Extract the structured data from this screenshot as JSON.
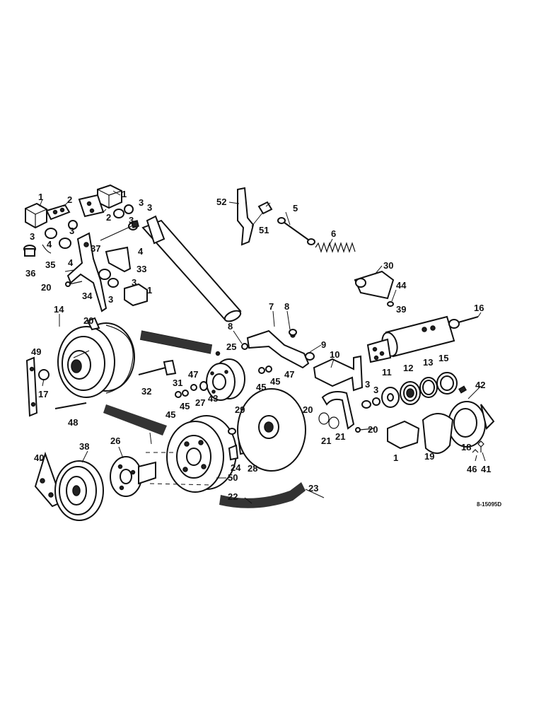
{
  "drawing_number": "8-15095D",
  "callouts": {
    "c1a": "1",
    "c1b": "1",
    "c1c": "1",
    "c1d": "1",
    "c2a": "2",
    "c2b": "2",
    "c3a": "3",
    "c3b": "3",
    "c3c": "3",
    "c3d": "3",
    "c3e": "3",
    "c3f": "3",
    "c3g": "3",
    "c3h": "3",
    "c3i": "3",
    "c4a": "4",
    "c4b": "4",
    "c5": "5",
    "c6": "6",
    "c7": "7",
    "c8a": "8",
    "c8b": "8",
    "c9": "9",
    "c10": "10",
    "c11": "11",
    "c12": "12",
    "c13": "13",
    "c14": "14",
    "c15": "15",
    "c16": "16",
    "c17": "17",
    "c18": "18",
    "c19": "19",
    "c20a": "20",
    "c20b": "20",
    "c20c": "20",
    "c20d": "20",
    "c21a": "21",
    "c21b": "21",
    "c22": "22",
    "c23": "23",
    "c24": "24",
    "c25": "25",
    "c26": "26",
    "c27": "27",
    "c28": "28",
    "c29": "29",
    "c30": "30",
    "c31": "31",
    "c32": "32",
    "c33": "33",
    "c34": "34",
    "c35": "35",
    "c36": "36",
    "c37": "37",
    "c38": "38",
    "c39": "39",
    "c40": "40",
    "c41": "41",
    "c42": "42",
    "c43": "43",
    "c44": "44",
    "c45a": "45",
    "c45b": "45",
    "c45c": "45",
    "c45d": "45",
    "c46": "46",
    "c47a": "47",
    "c47b": "47",
    "c48": "48",
    "c49": "49",
    "c50": "50",
    "c51": "51",
    "c52": "52"
  }
}
